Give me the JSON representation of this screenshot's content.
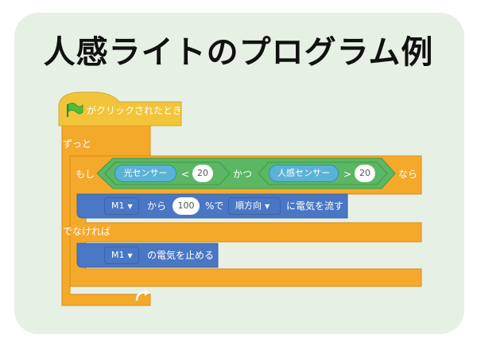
{
  "title": "人感ライトのプログラム例",
  "blocks": {
    "hat": {
      "label": "がクリックされたとき",
      "icon": "green-flag-icon"
    },
    "forever": {
      "label": "ずっと",
      "icon": "loop-arrow-icon"
    },
    "if_else": {
      "if_label": "もし",
      "then_label": "なら",
      "else_label": "でなければ"
    },
    "condition": {
      "left": {
        "reporter": "光センサー",
        "operator": "<",
        "value": "20"
      },
      "joiner": "かつ",
      "right": {
        "reporter": "人感センサー",
        "operator": ">",
        "value": "20"
      }
    },
    "motor_on": {
      "motor": "M1",
      "from": "から",
      "speed": "100",
      "percent": "%で",
      "direction": "順方向",
      "suffix": "に電気を流す"
    },
    "motor_off": {
      "motor": "M1",
      "suffix": "の電気を止める"
    }
  },
  "colors": {
    "card_bg": "#e6f0e5",
    "events": "#f2c43a",
    "control": "#f4a92a",
    "operator": "#5bb764",
    "sensing": "#5cb1d6",
    "motor": "#4a77c4"
  }
}
